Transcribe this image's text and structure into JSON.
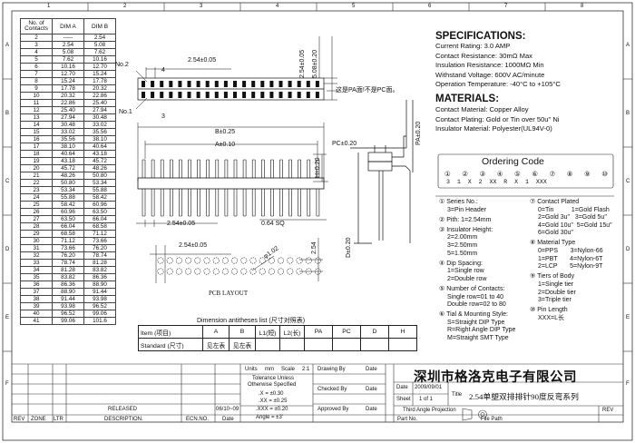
{
  "contacts_table": {
    "headers": [
      "No. of Contacts",
      "DIM A",
      "DIM B"
    ],
    "rows": [
      [
        "2",
        "-----",
        "2.54"
      ],
      [
        "3",
        "2.54",
        "5.08"
      ],
      [
        "4",
        "5.08",
        "7.62"
      ],
      [
        "5",
        "7.62",
        "10.16"
      ],
      [
        "6",
        "10.16",
        "12.70"
      ],
      [
        "7",
        "12.70",
        "15.24"
      ],
      [
        "8",
        "15.24",
        "17.78"
      ],
      [
        "9",
        "17.78",
        "20.32"
      ],
      [
        "10",
        "20.32",
        "22.86"
      ],
      [
        "11",
        "22.86",
        "25.40"
      ],
      [
        "12",
        "25.40",
        "27.94"
      ],
      [
        "13",
        "27.94",
        "30.48"
      ],
      [
        "14",
        "30.48",
        "33.02"
      ],
      [
        "15",
        "33.02",
        "35.56"
      ],
      [
        "16",
        "35.56",
        "38.10"
      ],
      [
        "17",
        "38.10",
        "40.64"
      ],
      [
        "18",
        "40.64",
        "43.18"
      ],
      [
        "19",
        "43.18",
        "45.72"
      ],
      [
        "20",
        "45.72",
        "48.26"
      ],
      [
        "21",
        "48.26",
        "50.80"
      ],
      [
        "22",
        "50.80",
        "53.34"
      ],
      [
        "23",
        "53.34",
        "55.88"
      ],
      [
        "24",
        "55.88",
        "58.42"
      ],
      [
        "25",
        "58.42",
        "60.96"
      ],
      [
        "26",
        "60.96",
        "63.50"
      ],
      [
        "27",
        "63.50",
        "66.04"
      ],
      [
        "28",
        "66.04",
        "68.58"
      ],
      [
        "29",
        "68.58",
        "71.12"
      ],
      [
        "30",
        "71.12",
        "73.66"
      ],
      [
        "31",
        "73.66",
        "76.20"
      ],
      [
        "32",
        "76.20",
        "78.74"
      ],
      [
        "33",
        "78.74",
        "81.28"
      ],
      [
        "34",
        "81.28",
        "83.82"
      ],
      [
        "35",
        "83.82",
        "86.36"
      ],
      [
        "36",
        "86.36",
        "88.90"
      ],
      [
        "37",
        "88.90",
        "91.44"
      ],
      [
        "38",
        "91.44",
        "93.98"
      ],
      [
        "39",
        "93.98",
        "96.52"
      ],
      [
        "40",
        "96.52",
        "99.06"
      ],
      [
        "41",
        "99.06",
        "101.6"
      ]
    ]
  },
  "border_labels": {
    "top": [
      "1",
      "2",
      "3",
      "4",
      "5",
      "6",
      "7",
      "8"
    ],
    "rows": [
      "A",
      "B",
      "C",
      "D",
      "E",
      "F"
    ]
  },
  "drawing": {
    "no2": "No.2",
    "no1": "No.1",
    "pin4": "4",
    "pin3": "3",
    "dim_top": "2.54±0.05",
    "dim_v1": "2.54±0.05",
    "dim_v2": "5.08±0.20",
    "note_cn": "这是PA面!不是PC面。",
    "dim_b": "B±0.25",
    "dim_a": "A±0.10",
    "dim_h": "H±0.20",
    "dim_pc": "PC±0.20",
    "dim_pa": "PA±0.20",
    "dim_d": "D±0.20",
    "dim_pitch": "2.54±0.05",
    "dim_sq": "0.64 SQ",
    "dim_pcb": "2.54±0.05",
    "dim_hole": "φ1.02",
    "dim_pcb_v": "2.54",
    "pcb_layout": "PCB LAYOUT"
  },
  "specifications": {
    "title": "SPECIFICATIONS:",
    "lines": [
      "Current Rating: 3.0 AMP",
      "Contact Resistance: 30mΩ Max",
      "Insulation Resistance: 1000MΩ Min",
      "Withstand Voltage: 600V AC/minute",
      "Operation Temperature: -40°C to +105°C"
    ]
  },
  "materials": {
    "title": "MATERIALS:",
    "lines": [
      "Contact Material: Copper Alloy",
      "Contact Plating: Gold or Tin over 50u\" Ni",
      "Insulator Material: Polyester(UL94V-0)"
    ]
  },
  "ordering": {
    "title": "Ordering Code",
    "circles": [
      "①",
      "②",
      "③",
      "④",
      "⑤",
      "⑥",
      "⑦",
      "⑧",
      "⑨",
      "⑩"
    ],
    "code": "3  1  X  2  XX  R  X  1  XXX",
    "left": [
      {
        "head": "① Series No.:",
        "lines": [
          "3=Pin Header"
        ]
      },
      {
        "head": "② Pith: 1=2.54mm",
        "lines": []
      },
      {
        "head": "③ Insulator Height:",
        "lines": [
          "2=2.00mm",
          "3=2.50mm",
          "5=1.50mm"
        ]
      },
      {
        "head": "④ Dip Spacing:",
        "lines": [
          "1=Single row",
          "2=Double row"
        ]
      },
      {
        "head": "⑤ Number of Contacts:",
        "lines": [
          "Single row=01 to 40",
          "Double row=02 to 80"
        ]
      },
      {
        "head": "⑥ Tial & Mounting Style:",
        "lines": [
          "S=Straight DIP Type",
          "R=Right Angle DIP Type",
          "M=Straight SMT Type"
        ]
      }
    ],
    "right": [
      {
        "head": "⑦ Contact Plated",
        "lines": [
          "0=Tin          1=Gold Flash",
          "2=Gold 3u\"   3=Gold 5u\"",
          "4=Gold 10u\"  5=Gold 15u\"",
          "6=Gold 30u\""
        ]
      },
      {
        "head": "⑧ Material Type",
        "lines": [
          "0=PPS       3=Nylon-66",
          "1=PBT       4=Nylon-6T",
          "2=LCP       5=Nylon-9T"
        ]
      },
      {
        "head": "⑨ Tiers of Body",
        "lines": [
          "1=Single tier",
          "2=Double tier",
          "3=Triple tier"
        ]
      },
      {
        "head": "⑩ Pin Length",
        "lines": [
          "XXX=L长"
        ]
      }
    ]
  },
  "dim_table": {
    "title": "Dimension antitheses list (尺寸对照表)",
    "headers": [
      "Item (项目)",
      "A",
      "B",
      "L1(短)",
      "L2(长)",
      "PA",
      "PC",
      "D",
      "H"
    ],
    "row": [
      "Standard (尺寸)",
      "见左表",
      "见左表",
      "",
      "",
      "",
      "",
      "",
      ""
    ]
  },
  "title_block": {
    "units": "Units",
    "units_val": "mm",
    "scale": "Scale",
    "scale_val": "2:1",
    "tol1": "Tolerance Unless",
    "tol2": "Otherwise Specified",
    "tols": [
      ".X  = ±0.30",
      ".XX  = ±0.25",
      ".XXX = ±0.20",
      "Angle = ±3'"
    ],
    "drawing_by": "Drawing By",
    "date": "Date",
    "checked_by": "Checked By",
    "approved_by": "Approved By",
    "company": "深圳市格洛克电子有限公司",
    "date_label": "Date",
    "date_val": "2009/09/01",
    "sheet_label": "Sheet",
    "sheet_val": "1 of 1",
    "title_label": "Title",
    "title_val": "2.54单塑双排排针90度反弯系列",
    "third_angle": "Third Angle Projection",
    "part_no": "Part No.",
    "file_path": "File Path",
    "rev": "REV",
    "released": "RELEASED",
    "rel_date": "06/10~09",
    "rev_col": "REV",
    "zone_col": "ZONE",
    "ltr_col": "LTR",
    "desc_col": "DESCRIPTION.",
    "ecn_col": "ECN.NO.",
    "date_col": "Date"
  }
}
